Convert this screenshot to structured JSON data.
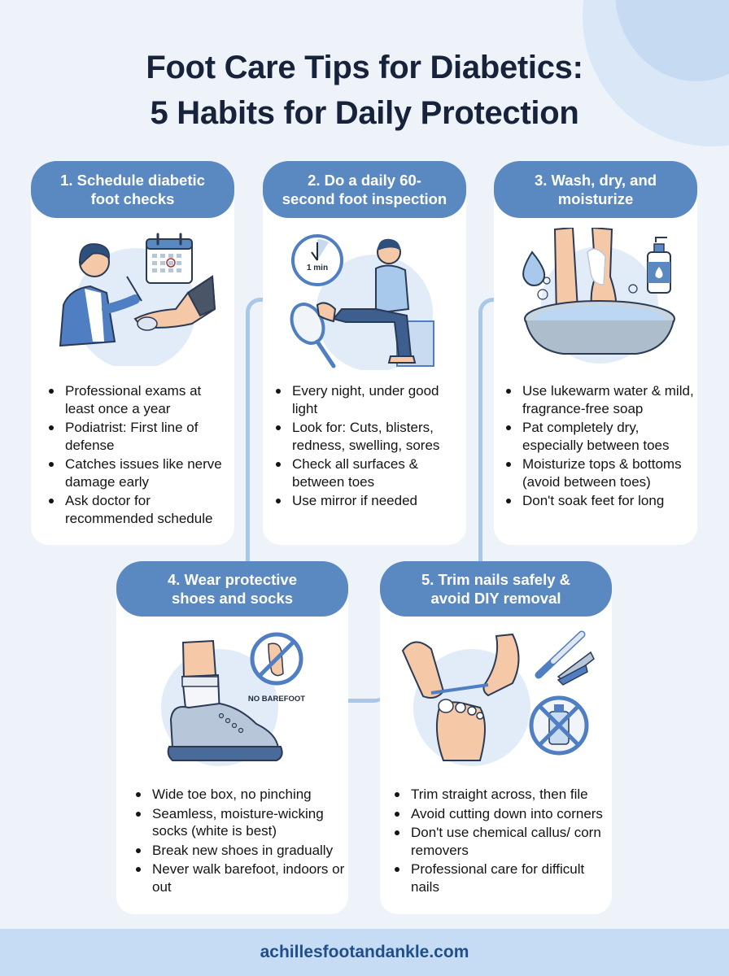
{
  "title": {
    "line1": "Foot Care Tips for Diabetics:",
    "line2": "5 Habits for Daily Protection"
  },
  "colors": {
    "pill_bg": "#5a88c0",
    "title_text": "#16233a",
    "footer_bg": "#c6dcf4",
    "footer_text": "#1e4f8c",
    "connector": "#a9c7e8",
    "page_bg": "#eef3f9"
  },
  "cards": [
    {
      "heading_line1": "1. Schedule diabetic",
      "heading_line2": "foot checks",
      "illustration": "podiatrist-examining-foot-with-calendar",
      "bullets": [
        "Professional exams at least once a year",
        "Podiatrist: First line of defense",
        "Catches issues like nerve damage early",
        "Ask doctor for recommended schedule"
      ]
    },
    {
      "heading_line1": "2. Do a daily 60-",
      "heading_line2": "second foot inspection",
      "illustration": "person-inspecting-foot-with-mirror-and-timer",
      "clock_label": "1 min",
      "bullets": [
        "Every night, under good light",
        "Look for: Cuts, blisters, redness, swelling, sores",
        "Check all surfaces & between toes",
        "Use mirror if needed"
      ]
    },
    {
      "heading_line1": "3. Wash, dry, and",
      "heading_line2": "moisturize",
      "illustration": "feet-in-wash-basin-with-towel-and-lotion",
      "bullets": [
        "Use lukewarm water & mild, fragrance-free soap",
        "Pat completely dry, especially between toes",
        "Moisturize tops & bottoms (avoid between toes)",
        "Don't soak feet for long"
      ]
    },
    {
      "heading_line1": "4. Wear protective",
      "heading_line2": "shoes and socks",
      "illustration": "shoe-with-white-sock-and-no-barefoot-sign",
      "sign_label": "NO BAREFOOT",
      "bullets": [
        "Wide toe box, no pinching",
        "Seamless, moisture-wicking socks (white is best)",
        "Break new shoes in gradually",
        "Never walk barefoot, indoors or out"
      ]
    },
    {
      "heading_line1": "5. Trim nails safely &",
      "heading_line2": "avoid DIY removal",
      "illustration": "hands-trimming-toenails-with-clippers-and-no-chemical-sign",
      "bullets": [
        "Trim straight across, then file",
        "Avoid cutting down into corners",
        "Don't use chemical callus/ corn removers",
        "Professional care for difficult nails"
      ]
    }
  ],
  "footer": {
    "website": "achillesfootandankle.com"
  }
}
